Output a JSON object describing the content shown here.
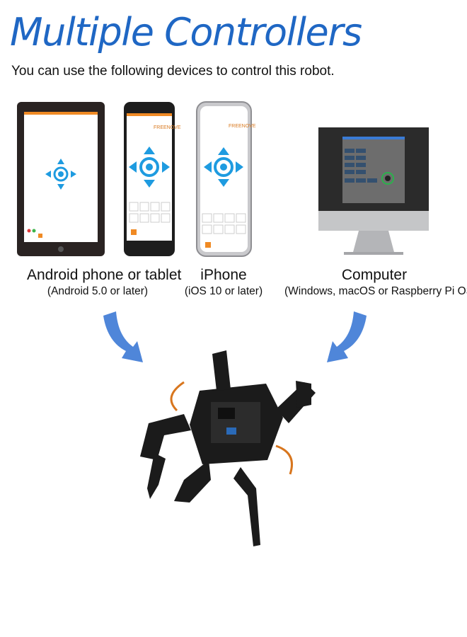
{
  "title": "Multiple Controllers",
  "subtitle": "You can use the following devices to control this robot.",
  "devices": [
    {
      "name": "Android phone or tablet",
      "requirement": "(Android 5.0 or later)"
    },
    {
      "name": "iPhone",
      "requirement": "(iOS 10 or later)"
    },
    {
      "name": "Computer",
      "requirement": "(Windows, macOS or Raspberry Pi OS)"
    }
  ],
  "colors": {
    "title": "#1f67c4",
    "arrow": "#4f86d9",
    "pad": "#1e9be0",
    "app_bar": "#f08a24"
  },
  "icons": [
    "tablet-image",
    "android-phone-image",
    "iphone-image",
    "monitor-image",
    "curved-arrow-icon",
    "robot-image",
    "direction-pad-icon"
  ]
}
